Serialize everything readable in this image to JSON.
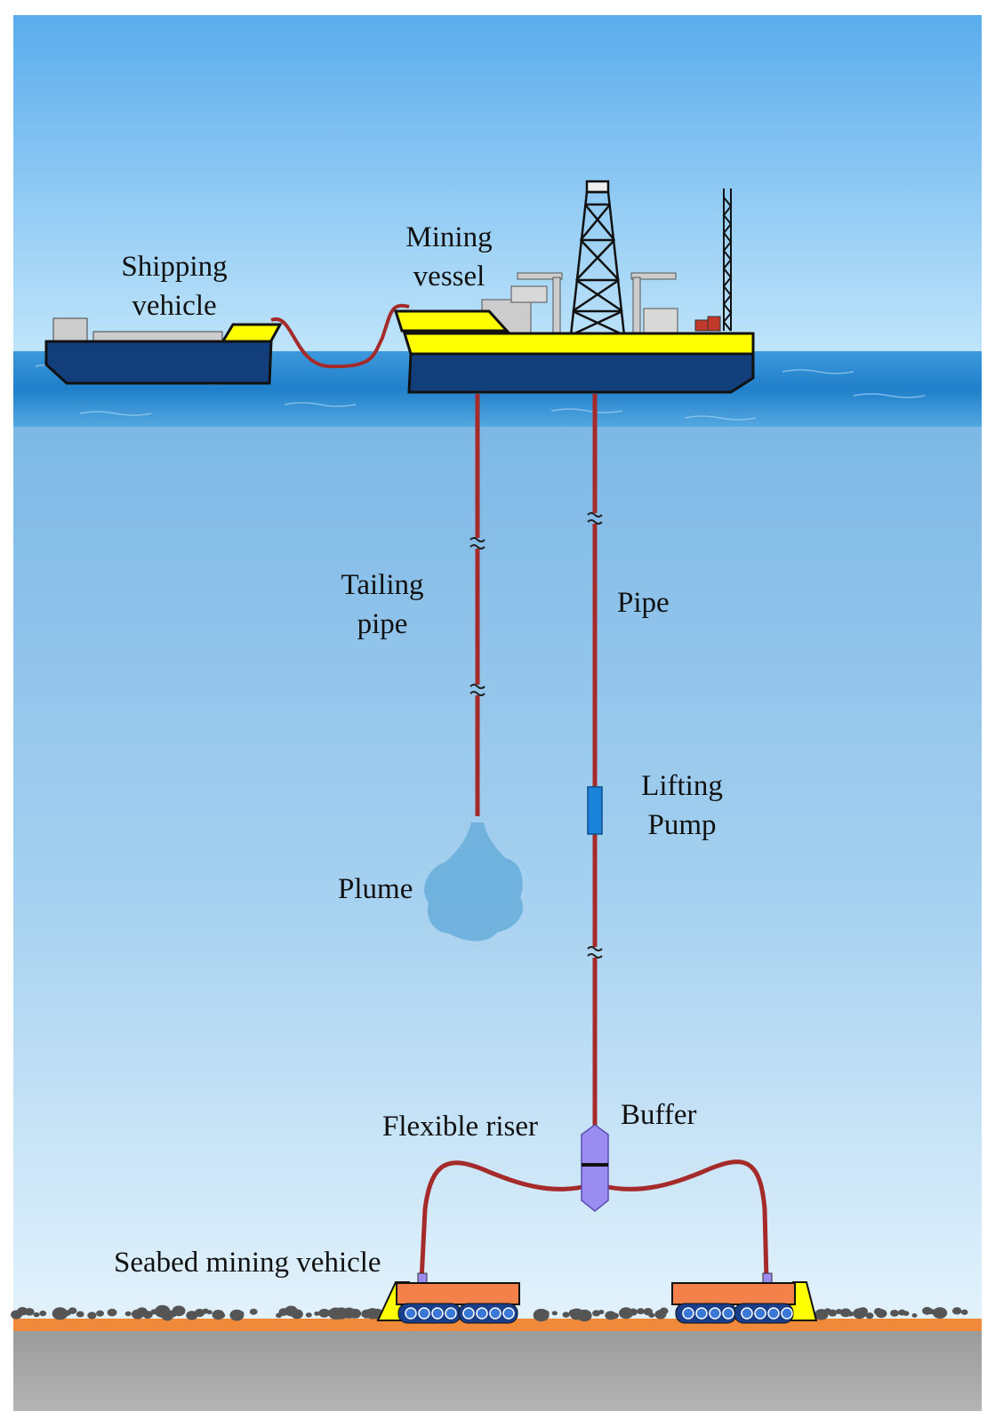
{
  "labels": {
    "shipping_vehicle": [
      "Shipping",
      "vehicle"
    ],
    "mining_vessel": [
      "Mining",
      "vessel"
    ],
    "tailing_pipe": [
      "Tailing",
      "pipe"
    ],
    "pipe": "Pipe",
    "lifting_pump": [
      "Lifting",
      "Pump"
    ],
    "plume": "Plume",
    "buffer": "Buffer",
    "flexible_riser": "Flexible riser",
    "seabed_mining_vehicle": "Seabed mining vehicle"
  },
  "colors": {
    "sky_top": "#5aacec",
    "sky_bottom": "#bfe4fa",
    "sea_surface": "#2a8ad2",
    "water_top": "#7db8e6",
    "water_bottom": "#dff0fb",
    "hull": "#123f7c",
    "deck_yellow": "#ffff00",
    "pipe_red": "#a52a2a",
    "pump_blue": "#1a82d8",
    "buffer_purple": "#9a8cf0",
    "plume": "#6aaedc",
    "vehicle_orange": "#f4804a",
    "sediment": "#f08a3a",
    "bedrock": "#a9a9a9",
    "nodules": "#555555",
    "superstructure_grey": "#cccccc"
  }
}
